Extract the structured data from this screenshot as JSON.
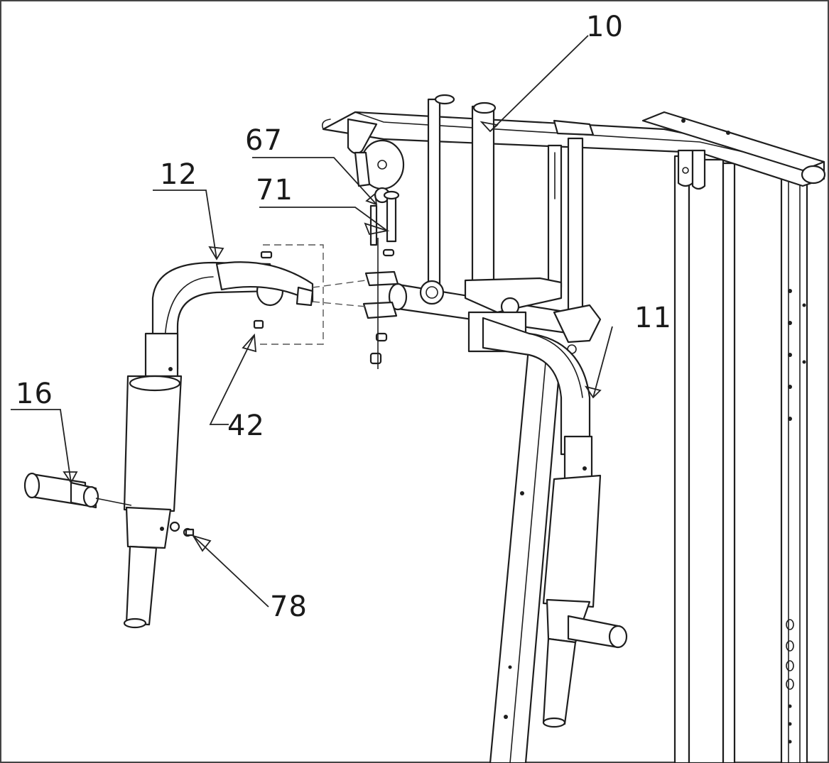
{
  "callouts": {
    "c10": "10",
    "c67": "67",
    "c71": "71",
    "c12": "12",
    "c11": "11",
    "c42": "42",
    "c16": "16",
    "c78": "78"
  },
  "colors": {
    "line": "#1e1e1e",
    "background": "#ffffff"
  }
}
